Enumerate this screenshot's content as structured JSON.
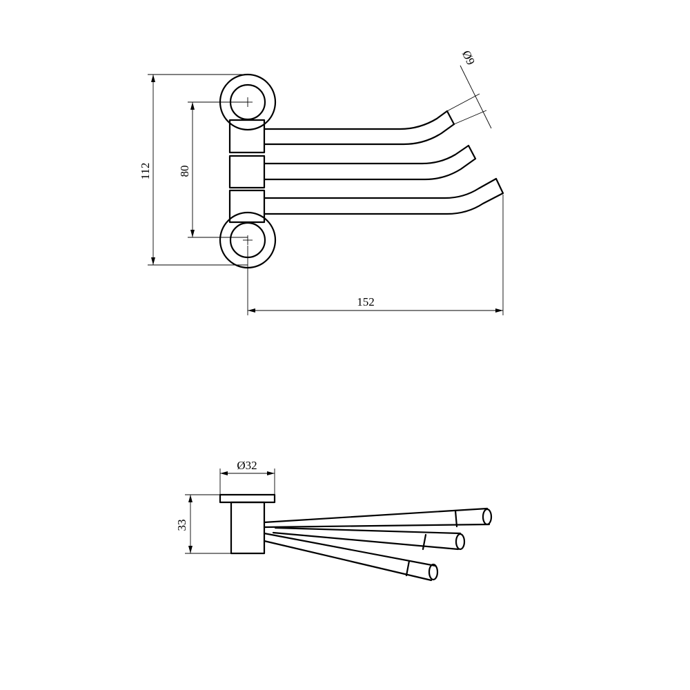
{
  "top_view": {
    "overall_height_label": "112",
    "hole_spacing_label": "80",
    "overall_length_label": "152",
    "rod_diameter_label": "Ø9"
  },
  "side_view": {
    "base_diameter_label": "Ø32",
    "base_depth_label": "33"
  }
}
